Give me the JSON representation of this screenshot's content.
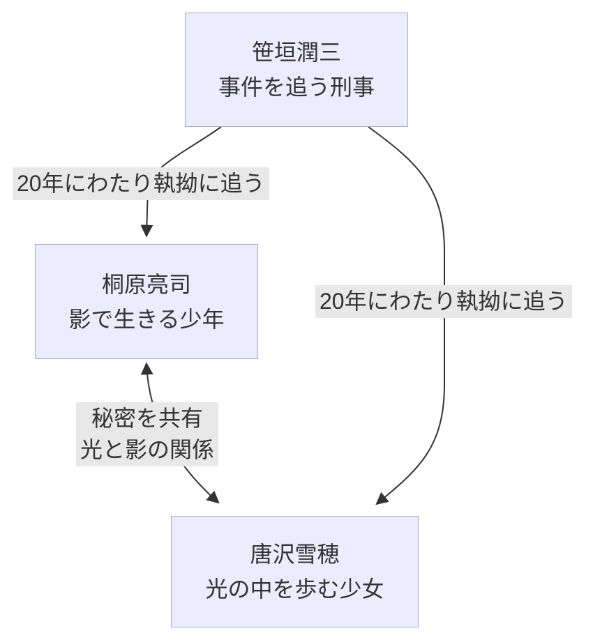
{
  "nodes": {
    "sasagaki": {
      "line1": "笹垣潤三",
      "line2": "事件を追う刑事"
    },
    "kirihara": {
      "line1": "桐原亮司",
      "line2": "影で生きる少年"
    },
    "karasawa": {
      "line1": "唐沢雪穂",
      "line2": "光の中を歩む少女"
    }
  },
  "edges": {
    "sasagaki_to_kirihara": {
      "label": "20年にわたり執拗に追う"
    },
    "sasagaki_to_karasawa": {
      "label": "20年にわたり執拗に追う"
    },
    "kirihara_karasawa": {
      "label_line1": "秘密を共有",
      "label_line2": "光と影の関係"
    }
  },
  "colors": {
    "node_fill": "#ECECFF",
    "node_border": "#A8A8CE",
    "edge": "#333333",
    "label_bg": "#E8E8E8",
    "text": "#333333"
  }
}
